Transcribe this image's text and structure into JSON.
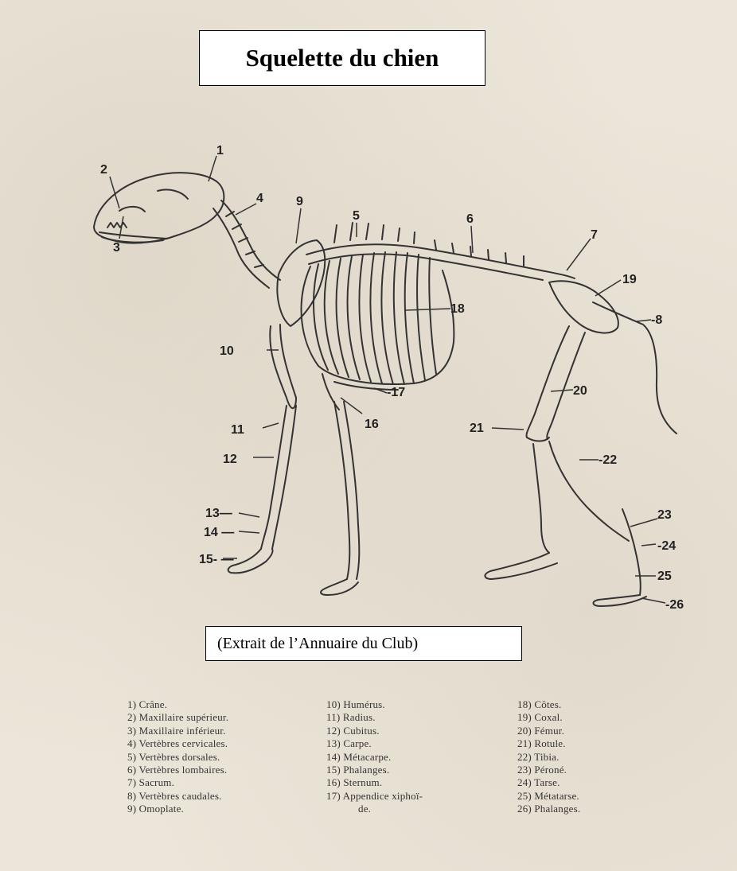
{
  "title": "Squelette du chien",
  "source": "(Extrait de l’Annuaire du Club)",
  "callouts": {
    "n1": "1",
    "n2": "2",
    "n3": "3",
    "n4": "4",
    "n5": "5",
    "n6": "6",
    "n7": "7",
    "n8": "-8",
    "n9": "9",
    "n10": "10",
    "n11": "11",
    "n12": "12",
    "n13": "13—",
    "n14": "14 —",
    "n15": "15- —",
    "n16": "16",
    "n17": "-17",
    "n18": "18",
    "n19": "19",
    "n20": "20",
    "n21": "21",
    "n22": "-22",
    "n23": "23",
    "n24": "-24",
    "n25": "25",
    "n26": "-26"
  },
  "legend": {
    "col1": [
      "1) Crâne.",
      "2) Maxillaire supérieur.",
      "3) Maxillaire inférieur.",
      "4) Vertèbres cervicales.",
      "5) Vertèbres dorsales.",
      "6) Vertèbres lombaires.",
      "7) Sacrum.",
      "8) Vertèbres caudales.",
      "9) Omoplate."
    ],
    "col2": [
      "10) Humérus.",
      "11) Radius.",
      "12) Cubitus.",
      "13) Carpe.",
      "14) Métacarpe.",
      "15) Phalanges.",
      "16) Sternum.",
      "17) Appendice xiphoï-",
      "de."
    ],
    "col3": [
      "18) Côtes.",
      "19) Coxal.",
      "20) Fémur.",
      "21) Rotule.",
      "22) Tibia.",
      "23) Péroné.",
      "24) Tarse.",
      "25) Métatarse.",
      "26) Phalanges."
    ]
  }
}
